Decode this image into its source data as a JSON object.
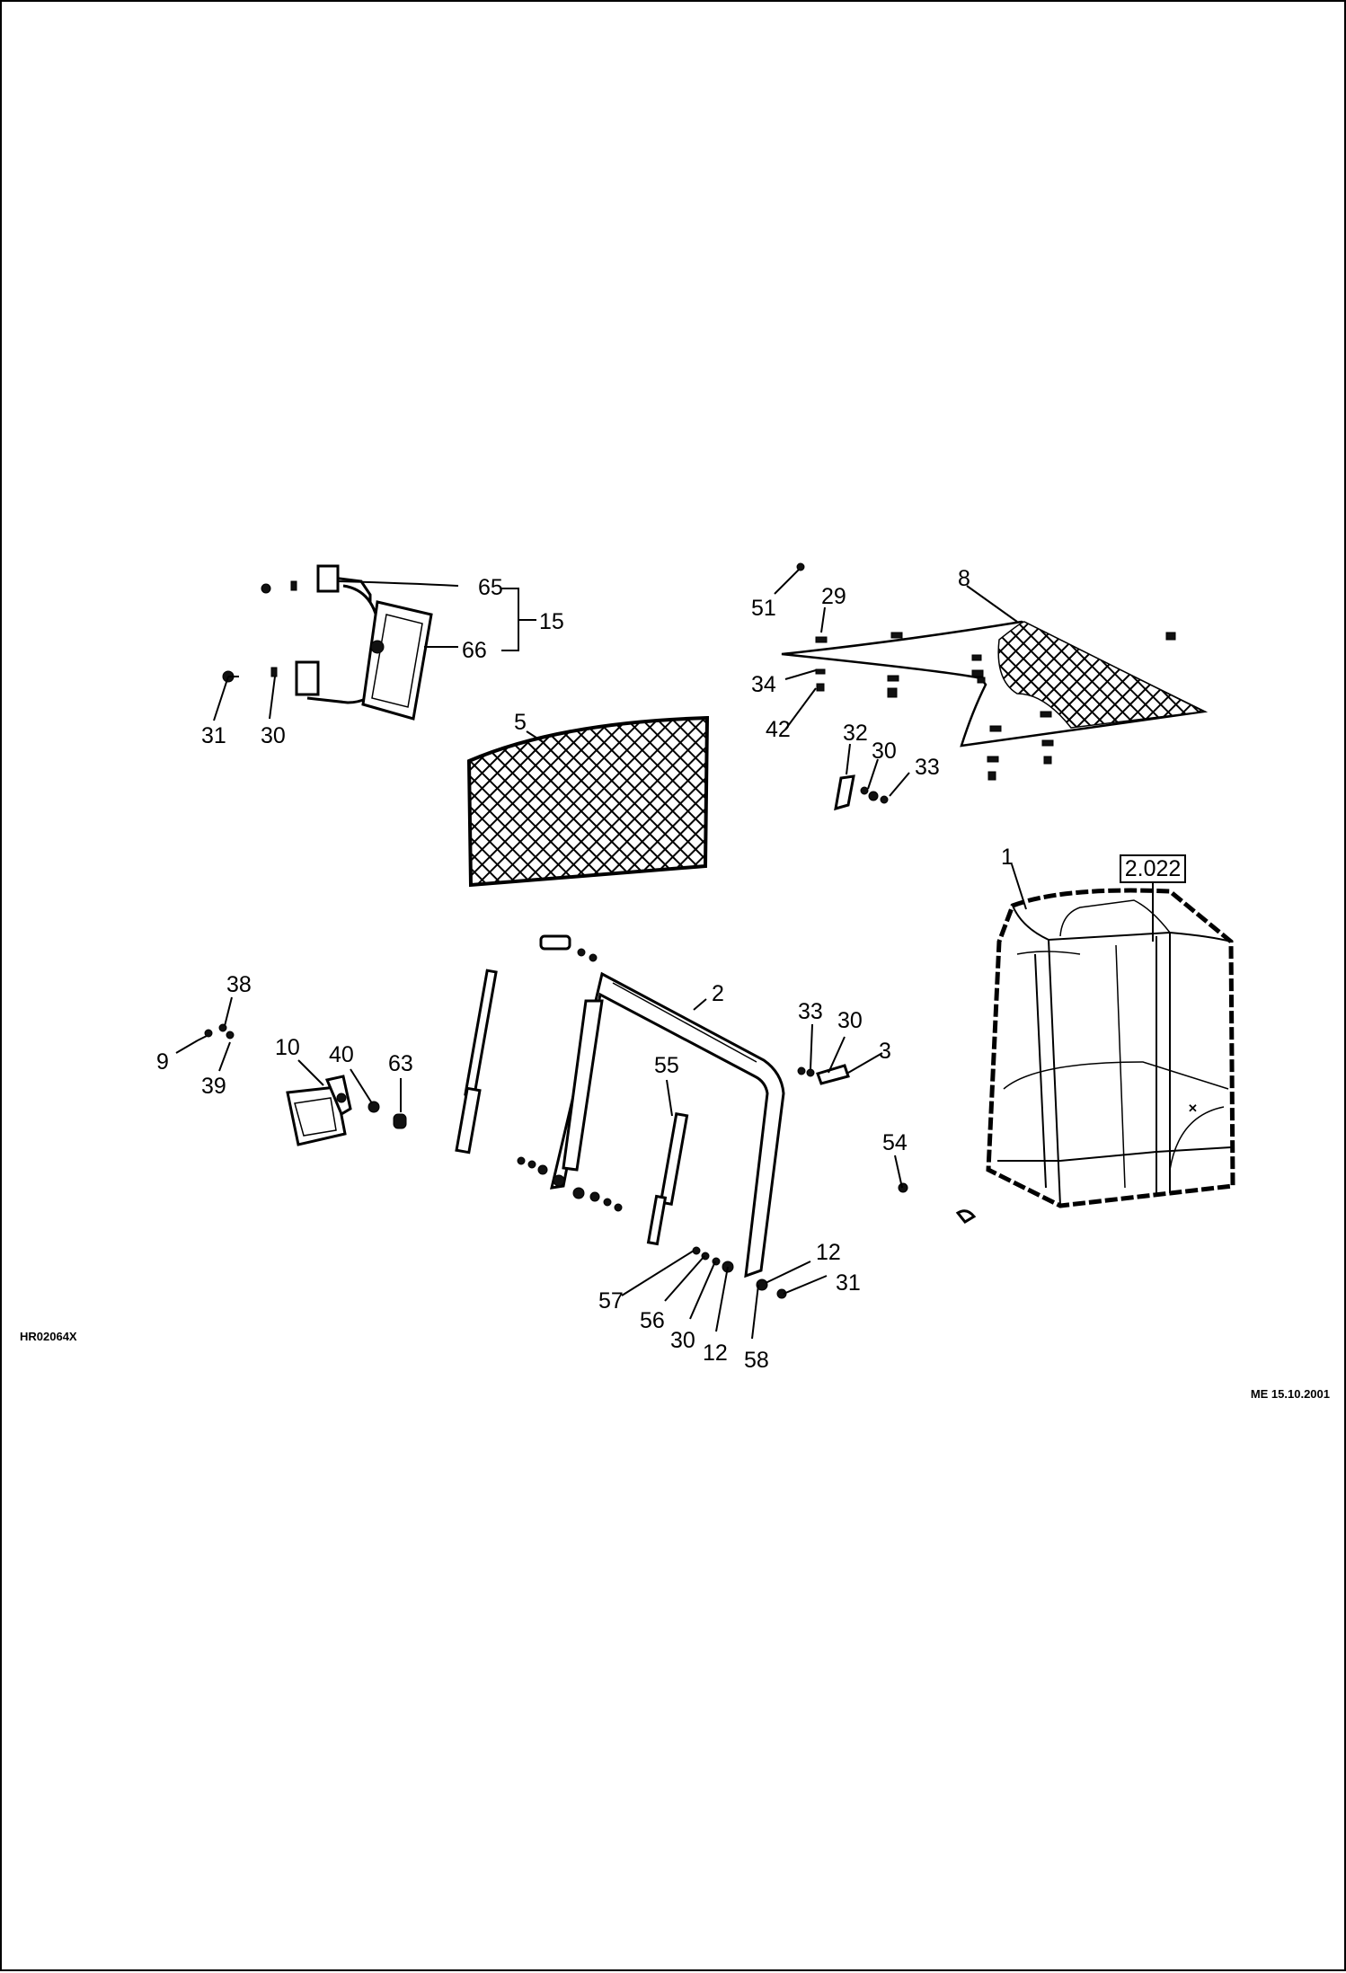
{
  "drawing": {
    "reference_code": "HR02064X",
    "date_stamp": "ME 15.10.2001",
    "group_reference": "2.022"
  },
  "callouts": [
    {
      "id": "c-65",
      "text": "65"
    },
    {
      "id": "c-15",
      "text": "15"
    },
    {
      "id": "c-66",
      "text": "66"
    },
    {
      "id": "c-31a",
      "text": "31"
    },
    {
      "id": "c-30a",
      "text": "30"
    },
    {
      "id": "c-5",
      "text": "5"
    },
    {
      "id": "c-51",
      "text": "51"
    },
    {
      "id": "c-29",
      "text": "29"
    },
    {
      "id": "c-8",
      "text": "8"
    },
    {
      "id": "c-34",
      "text": "34"
    },
    {
      "id": "c-42",
      "text": "42"
    },
    {
      "id": "c-32",
      "text": "32"
    },
    {
      "id": "c-30b",
      "text": "30"
    },
    {
      "id": "c-33a",
      "text": "33"
    },
    {
      "id": "c-1",
      "text": "1"
    },
    {
      "id": "c-38",
      "text": "38"
    },
    {
      "id": "c-9",
      "text": "9"
    },
    {
      "id": "c-39",
      "text": "39"
    },
    {
      "id": "c-10",
      "text": "10"
    },
    {
      "id": "c-40",
      "text": "40"
    },
    {
      "id": "c-63",
      "text": "63"
    },
    {
      "id": "c-2",
      "text": "2"
    },
    {
      "id": "c-55",
      "text": "55"
    },
    {
      "id": "c-33b",
      "text": "33"
    },
    {
      "id": "c-30c",
      "text": "30"
    },
    {
      "id": "c-3",
      "text": "3"
    },
    {
      "id": "c-54",
      "text": "54"
    },
    {
      "id": "c-12a",
      "text": "12"
    },
    {
      "id": "c-31b",
      "text": "31"
    },
    {
      "id": "c-57",
      "text": "57"
    },
    {
      "id": "c-56",
      "text": "56"
    },
    {
      "id": "c-30d",
      "text": "30"
    },
    {
      "id": "c-12b",
      "text": "12"
    },
    {
      "id": "c-58",
      "text": "58"
    }
  ],
  "colors": {
    "ink": "#000000",
    "paper": "#ffffff"
  }
}
